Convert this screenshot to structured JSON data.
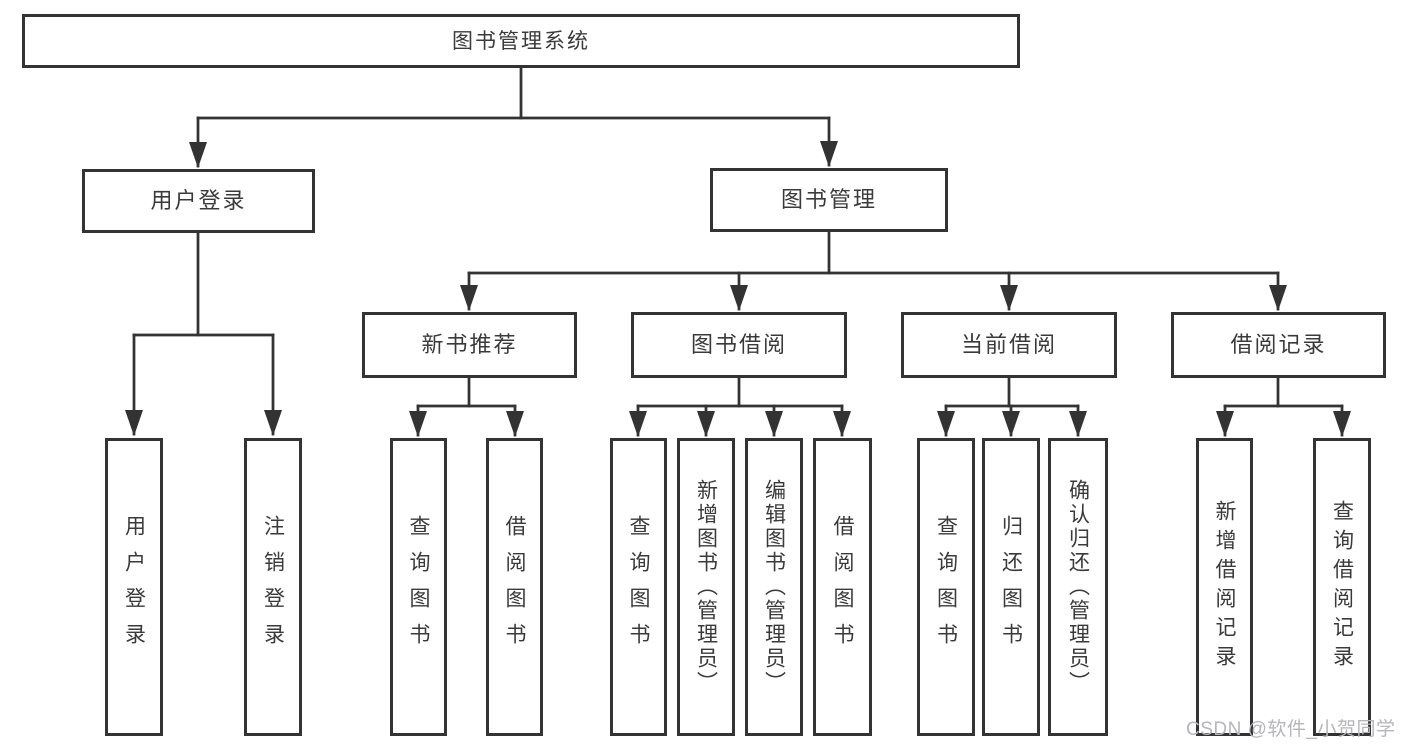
{
  "colors": {
    "line": "#333333",
    "border": "#333333",
    "text": "#3a3a3a",
    "watermark": "#b5b5bd",
    "bg": "#ffffff"
  },
  "watermark": {
    "text": "CSDN @软件_小贺同学"
  },
  "tree": {
    "label": "图书管理系统",
    "children": [
      {
        "label": "用户登录",
        "children": [
          {
            "label": "用户登录"
          },
          {
            "label": "注销登录"
          }
        ]
      },
      {
        "label": "图书管理",
        "children": [
          {
            "label": "新书推荐",
            "children": [
              {
                "label": "查询图书"
              },
              {
                "label": "借阅图书"
              }
            ]
          },
          {
            "label": "图书借阅",
            "children": [
              {
                "label": "查询图书"
              },
              {
                "label": "新增图书（管理员）"
              },
              {
                "label": "编辑图书（管理员）"
              },
              {
                "label": "借阅图书"
              }
            ]
          },
          {
            "label": "当前借阅",
            "children": [
              {
                "label": "查询图书"
              },
              {
                "label": "归还图书"
              },
              {
                "label": "确认归还（管理员）"
              }
            ]
          },
          {
            "label": "借阅记录",
            "children": [
              {
                "label": "新增借阅记录"
              },
              {
                "label": "查询借阅记录"
              }
            ]
          }
        ]
      }
    ]
  }
}
